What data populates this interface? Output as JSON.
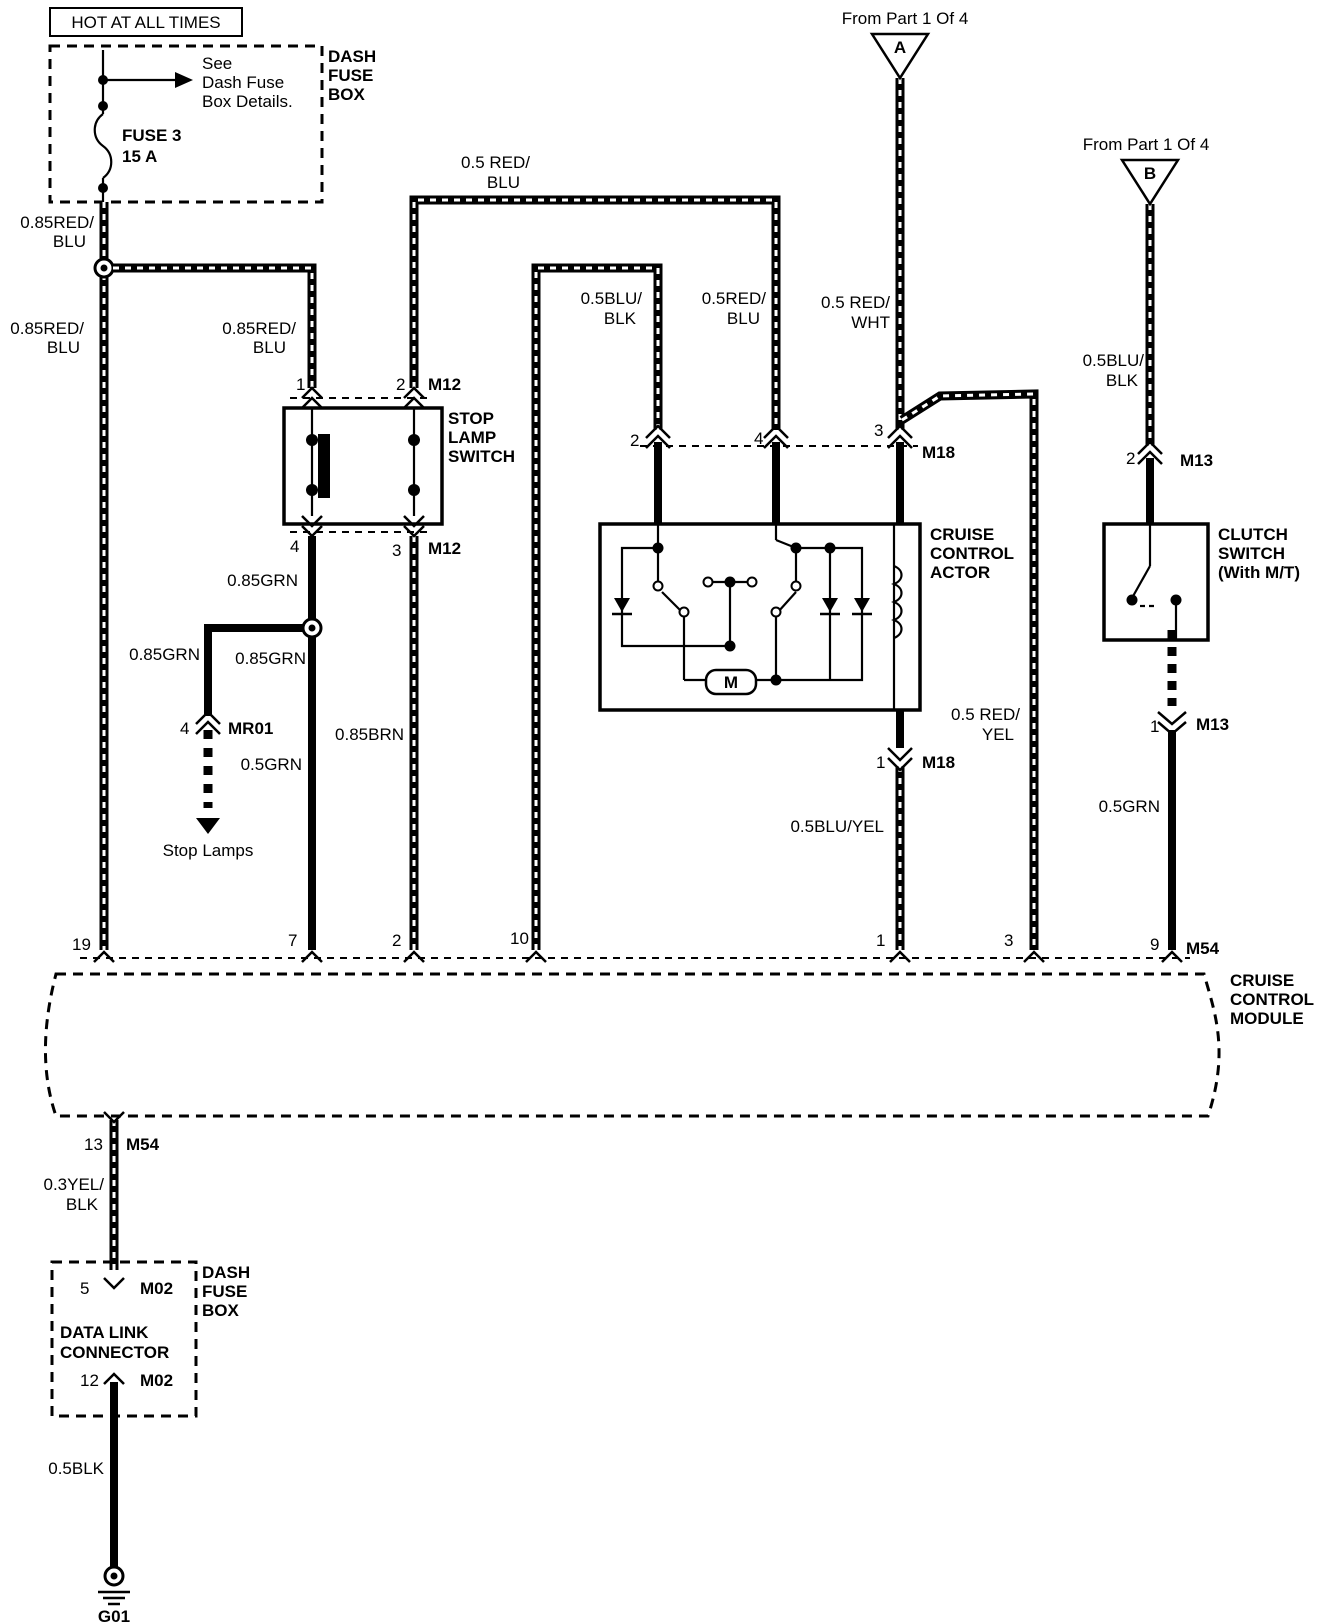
{
  "header": {
    "hot_label": "HOT AT ALL TIMES"
  },
  "dash_fuse_box_top": {
    "label_lines": [
      "DASH",
      "FUSE",
      "BOX"
    ],
    "see_lines": [
      "See",
      "Dash Fuse",
      "Box Details."
    ],
    "fuse_lines": [
      "FUSE 3",
      "15 A"
    ]
  },
  "refs": {
    "from_a": "From Part 1 Of 4",
    "a_letter": "A",
    "from_b": "From Part 1 Of 4",
    "b_letter": "B"
  },
  "wires": {
    "w_fuse_out": [
      "0.85RED/",
      "BLU"
    ],
    "w_left_main": [
      "0.85RED/",
      "BLU"
    ],
    "w_stop_in": [
      "0.85RED/",
      "BLU"
    ],
    "w_top_redblu": [
      "0.5 RED/",
      "BLU"
    ],
    "w_blu_blk": [
      "0.5BLU/",
      "BLK"
    ],
    "w_red_blu2": [
      "0.5RED/",
      "BLU"
    ],
    "w_red_wht": [
      "0.5 RED/",
      "WHT"
    ],
    "w_clutch_in": [
      "0.5BLU/",
      "BLK"
    ],
    "w_grn_a": "0.85GRN",
    "w_grn_b": "0.85GRN",
    "w_grn_c": "0.85GRN",
    "w_grn_lamp": "0.5GRN",
    "w_brn": "0.85BRN",
    "w_red_yel": [
      "0.5 RED/",
      "YEL"
    ],
    "w_blu_yel": "0.5BLU/YEL",
    "w_clutch_out": "0.5GRN",
    "w_yel_blk": [
      "0.3YEL/",
      "BLK"
    ],
    "w_blk": "0.5BLK"
  },
  "components": {
    "stop_lamp_switch": [
      "STOP",
      "LAMP",
      "SWITCH"
    ],
    "cruise_actor": [
      "CRUISE",
      "CONTROL",
      "ACTOR"
    ],
    "clutch_switch": [
      "CLUTCH",
      "SWITCH",
      "(With M/T)"
    ],
    "cruise_module": [
      "CRUISE",
      "CONTROL",
      "MODULE"
    ],
    "motor_symbol": "M",
    "stop_lamps": "Stop Lamps",
    "dash_fuse_box_bottom": [
      "DASH",
      "FUSE",
      "BOX"
    ],
    "data_link": [
      "DATA LINK",
      "CONNECTOR"
    ],
    "ground": "G01"
  },
  "connectors": {
    "m12_top": "M12",
    "m12_bottom": "M12",
    "m18_top": "M18",
    "m18_bottom": "M18",
    "m13_top": "M13",
    "m13_bottom": "M13",
    "mr01": "MR01",
    "m54_top": "M54",
    "m54_bottom": "M54",
    "m02_top": "M02",
    "m02_bottom": "M02"
  },
  "pins": {
    "stop_1": "1",
    "stop_2": "2",
    "stop_4": "4",
    "stop_3": "3",
    "actor_2": "2",
    "actor_4": "4",
    "actor_3": "3",
    "actor_1": "1",
    "clutch_2": "2",
    "clutch_1": "1",
    "mr01_4": "4",
    "mod_19": "19",
    "mod_7": "7",
    "mod_2": "2",
    "mod_10": "10",
    "mod_1": "1",
    "mod_3": "3",
    "mod_9": "9",
    "mod_13": "13",
    "dl_5": "5",
    "dl_12": "12"
  }
}
